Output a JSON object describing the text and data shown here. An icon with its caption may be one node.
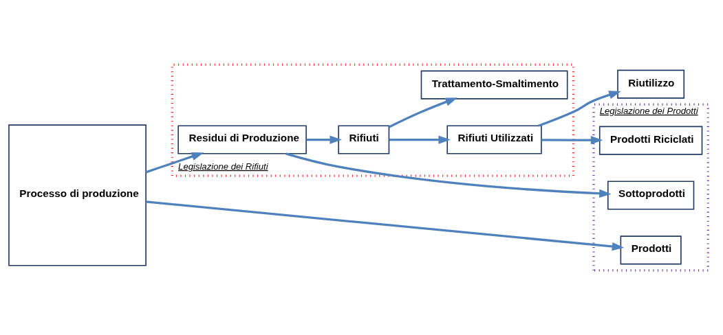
{
  "diagram": {
    "nodes": [
      {
        "text": [
          "Processo di produzione"
        ]
      },
      {
        "text": [
          "Legislazione dei Prodotti"
        ]
      },
      {
        "text": [
          "Prodotti"
        ],
        "in": 1
      },
      {
        "text": [
          "Sottoprodotti"
        ],
        "in": 1
      },
      {
        "text": [
          "Prodotti Riciclati"
        ],
        "in": 1
      },
      {
        "text": [
          "Legislazione dei Rifiuti"
        ]
      },
      {
        "text": [
          "Residui di Produzione"
        ],
        "in": 5
      },
      {
        "text": [
          "Rifiuti"
        ],
        "in": 5
      },
      {
        "text": [
          "Rifiuti Utilizzati"
        ],
        "in": 5
      },
      {
        "text": [
          "Trattamento-Smaltimento"
        ],
        "in": 5
      },
      {
        "text": [
          "Riutilizzo"
        ]
      }
    ],
    "edges": [
      {
        "from": 0,
        "to": 2,
        "arrow": "to"
      },
      {
        "from": 0,
        "to": 6,
        "arrow": "to"
      },
      {
        "from": 6,
        "to": 3,
        "arrow": "to"
      },
      {
        "from": 6,
        "to": 7,
        "arrow": "to"
      },
      {
        "from": 7,
        "to": 8,
        "arrow": "to"
      },
      {
        "from": 7,
        "to": 9,
        "arrow": "to"
      },
      {
        "from": 8,
        "to": 4,
        "arrow": "to"
      },
      {
        "from": 8,
        "to": 10,
        "arrow": "to"
      }
    ]
  }
}
